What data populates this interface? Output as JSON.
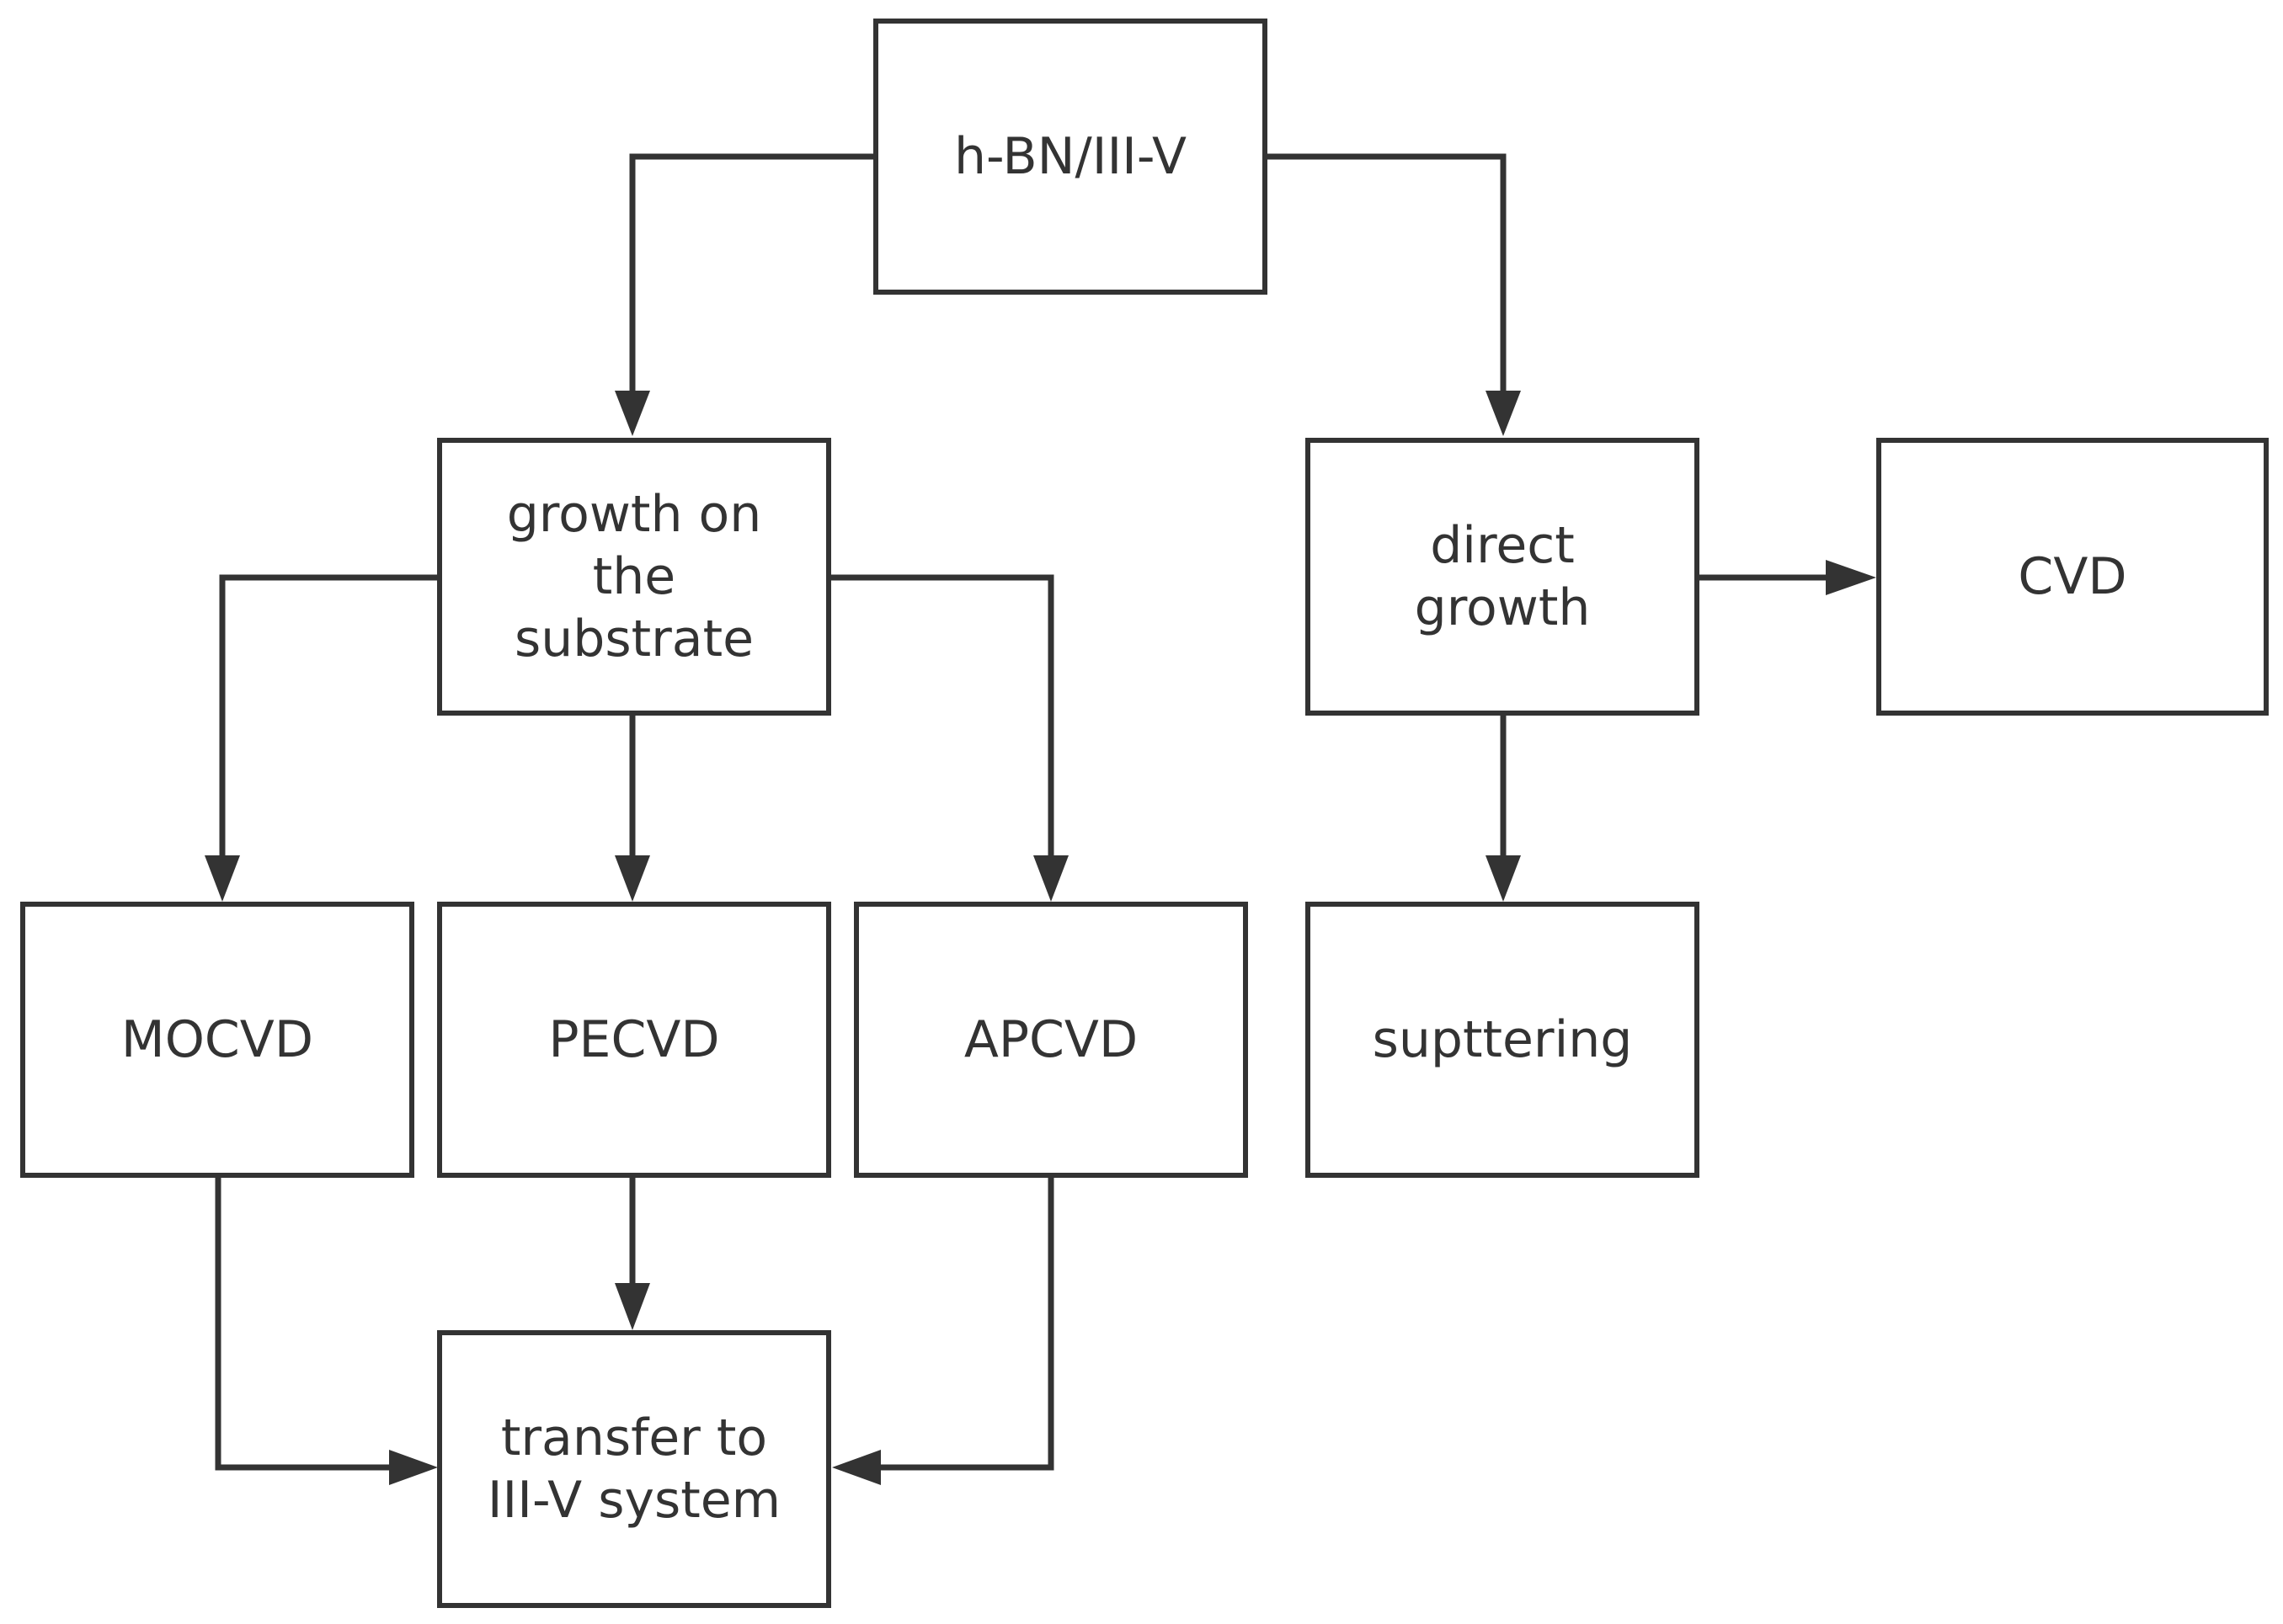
{
  "diagram": {
    "type": "flowchart",
    "colors": {
      "stroke": "#333333",
      "background": "#ffffff",
      "text": "#333333"
    },
    "nodes": [
      {
        "id": "root",
        "label": "h-BN/III-V"
      },
      {
        "id": "substrate",
        "label": "growth on\nthe\nsubstrate"
      },
      {
        "id": "direct",
        "label": "direct\ngrowth"
      },
      {
        "id": "cvd",
        "label": "CVD"
      },
      {
        "id": "mocvd",
        "label": "MOCVD"
      },
      {
        "id": "pecvd",
        "label": "PECVD"
      },
      {
        "id": "apcvd",
        "label": "APCVD"
      },
      {
        "id": "sputtering",
        "label": "supttering"
      },
      {
        "id": "transfer",
        "label": "transfer to\nIII-V system"
      }
    ],
    "edges": [
      {
        "from": "root",
        "to": "substrate"
      },
      {
        "from": "root",
        "to": "direct"
      },
      {
        "from": "direct",
        "to": "cvd"
      },
      {
        "from": "direct",
        "to": "sputtering"
      },
      {
        "from": "substrate",
        "to": "mocvd"
      },
      {
        "from": "substrate",
        "to": "pecvd"
      },
      {
        "from": "substrate",
        "to": "apcvd"
      },
      {
        "from": "mocvd",
        "to": "transfer"
      },
      {
        "from": "pecvd",
        "to": "transfer"
      },
      {
        "from": "apcvd",
        "to": "transfer"
      }
    ]
  }
}
